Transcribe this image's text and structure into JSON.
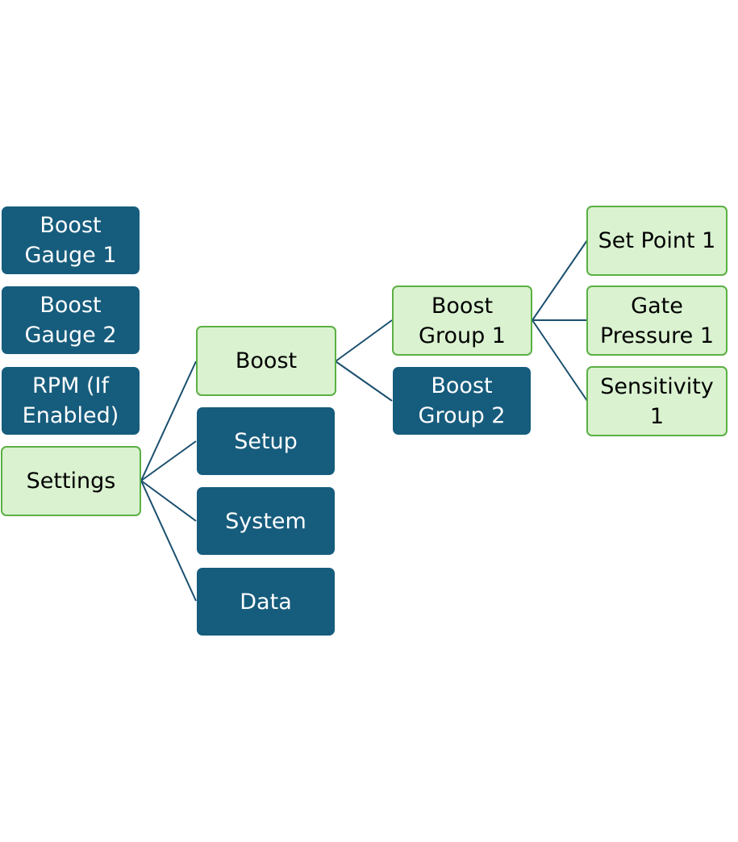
{
  "colors": {
    "dark_fill": "#165c7d",
    "light_fill": "#daf2d0",
    "light_border": "#5bb044",
    "connector": "#1a4f6e"
  },
  "nodes": {
    "boost_gauge_1": "Boost\nGauge 1",
    "boost_gauge_2": "Boost\nGauge 2",
    "rpm": "RPM (If\nEnabled)",
    "settings": "Settings",
    "boost": "Boost",
    "setup": "Setup",
    "system": "System",
    "data": "Data",
    "boost_group_1": "Boost\nGroup 1",
    "boost_group_2": "Boost\nGroup 2",
    "set_point_1": "Set Point 1",
    "gate_pressure_1": "Gate\nPressure 1",
    "sensitivity_1": "Sensitivity\n1"
  }
}
